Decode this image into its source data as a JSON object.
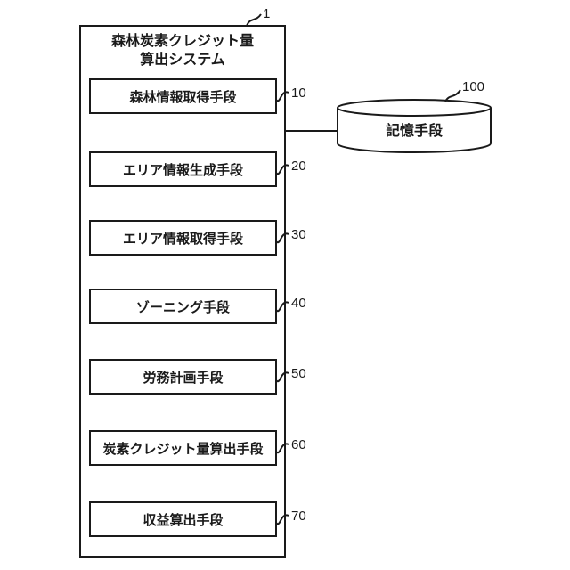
{
  "diagram": {
    "system": {
      "ref": "1",
      "title_line1": "森林炭素クレジット量",
      "title_line2": "算出システム",
      "blocks": [
        {
          "ref": "10",
          "label": "森林情報取得手段"
        },
        {
          "ref": "20",
          "label": "エリア情報生成手段"
        },
        {
          "ref": "30",
          "label": "エリア情報取得手段"
        },
        {
          "ref": "40",
          "label": "ゾーニング手段"
        },
        {
          "ref": "50",
          "label": "労務計画手段"
        },
        {
          "ref": "60",
          "label": "炭素クレジット量算出手段"
        },
        {
          "ref": "70",
          "label": "収益算出手段"
        }
      ]
    },
    "storage": {
      "ref": "100",
      "label": "記憶手段"
    },
    "colors": {
      "line": "#1a1a1a",
      "background": "#ffffff"
    }
  }
}
